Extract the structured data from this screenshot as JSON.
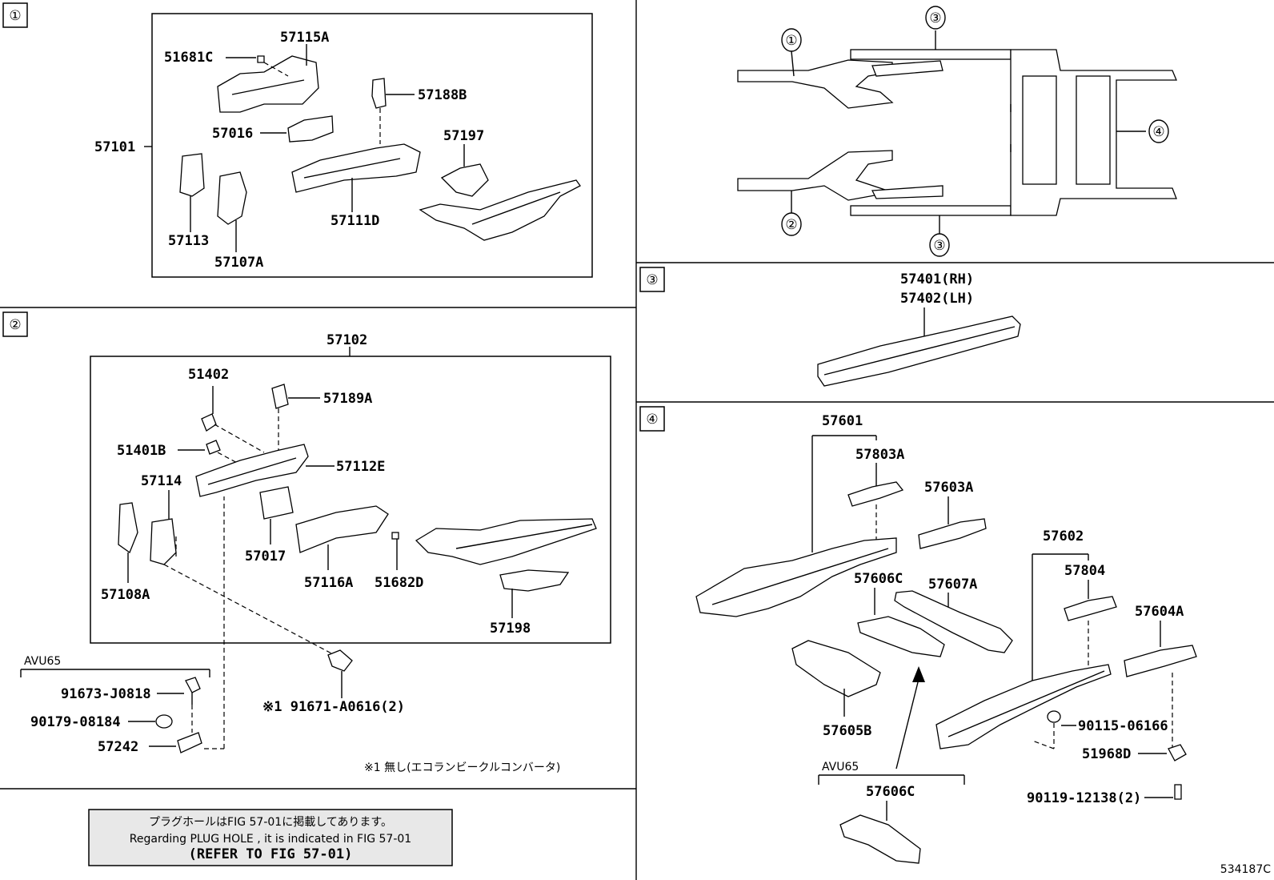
{
  "sections": {
    "s1": {
      "marker": "①"
    },
    "s2": {
      "marker": "②"
    },
    "s3": {
      "marker": "③"
    },
    "s4": {
      "marker": "④"
    }
  },
  "overview": {
    "c1": "①",
    "c2": "②",
    "c3a": "③",
    "c3b": "③",
    "c4": "④"
  },
  "panel1": {
    "assembly": "57101",
    "parts": [
      "51681C",
      "57115A",
      "57188B",
      "57016",
      "57197",
      "57113",
      "57111D",
      "57107A"
    ]
  },
  "panel2": {
    "assembly": "57102",
    "parts": [
      "51402",
      "57189A",
      "51401B",
      "57112E",
      "57114",
      "57017",
      "57116A",
      "51682D",
      "57108A",
      "57198"
    ],
    "avu_label": "AVU65",
    "avu_parts": [
      "91673-J0818",
      "90179-08184",
      "57242"
    ],
    "bolt": "※1 91671-A0616(2)",
    "note": "※1 無し(エコランビークルコンバータ)"
  },
  "panel3": {
    "part_rh": "57401(RH)",
    "part_lh": "57402(LH)"
  },
  "panel4": {
    "parts": [
      "57601",
      "57803A",
      "57603A",
      "57602",
      "57606C",
      "57607A",
      "57804",
      "57604A",
      "90115-06166",
      "57605B",
      "51968D",
      "90119-12138(2)"
    ],
    "avu_label": "AVU65",
    "avu_part": "57606C"
  },
  "info_box": {
    "line1": "プラグホールはFIG 57-01に掲載してあります。",
    "line2": "Regarding PLUG HOLE , it is indicated in FIG 57-01",
    "line3": "(REFER TO FIG 57-01)"
  },
  "figure_code": "534187C"
}
